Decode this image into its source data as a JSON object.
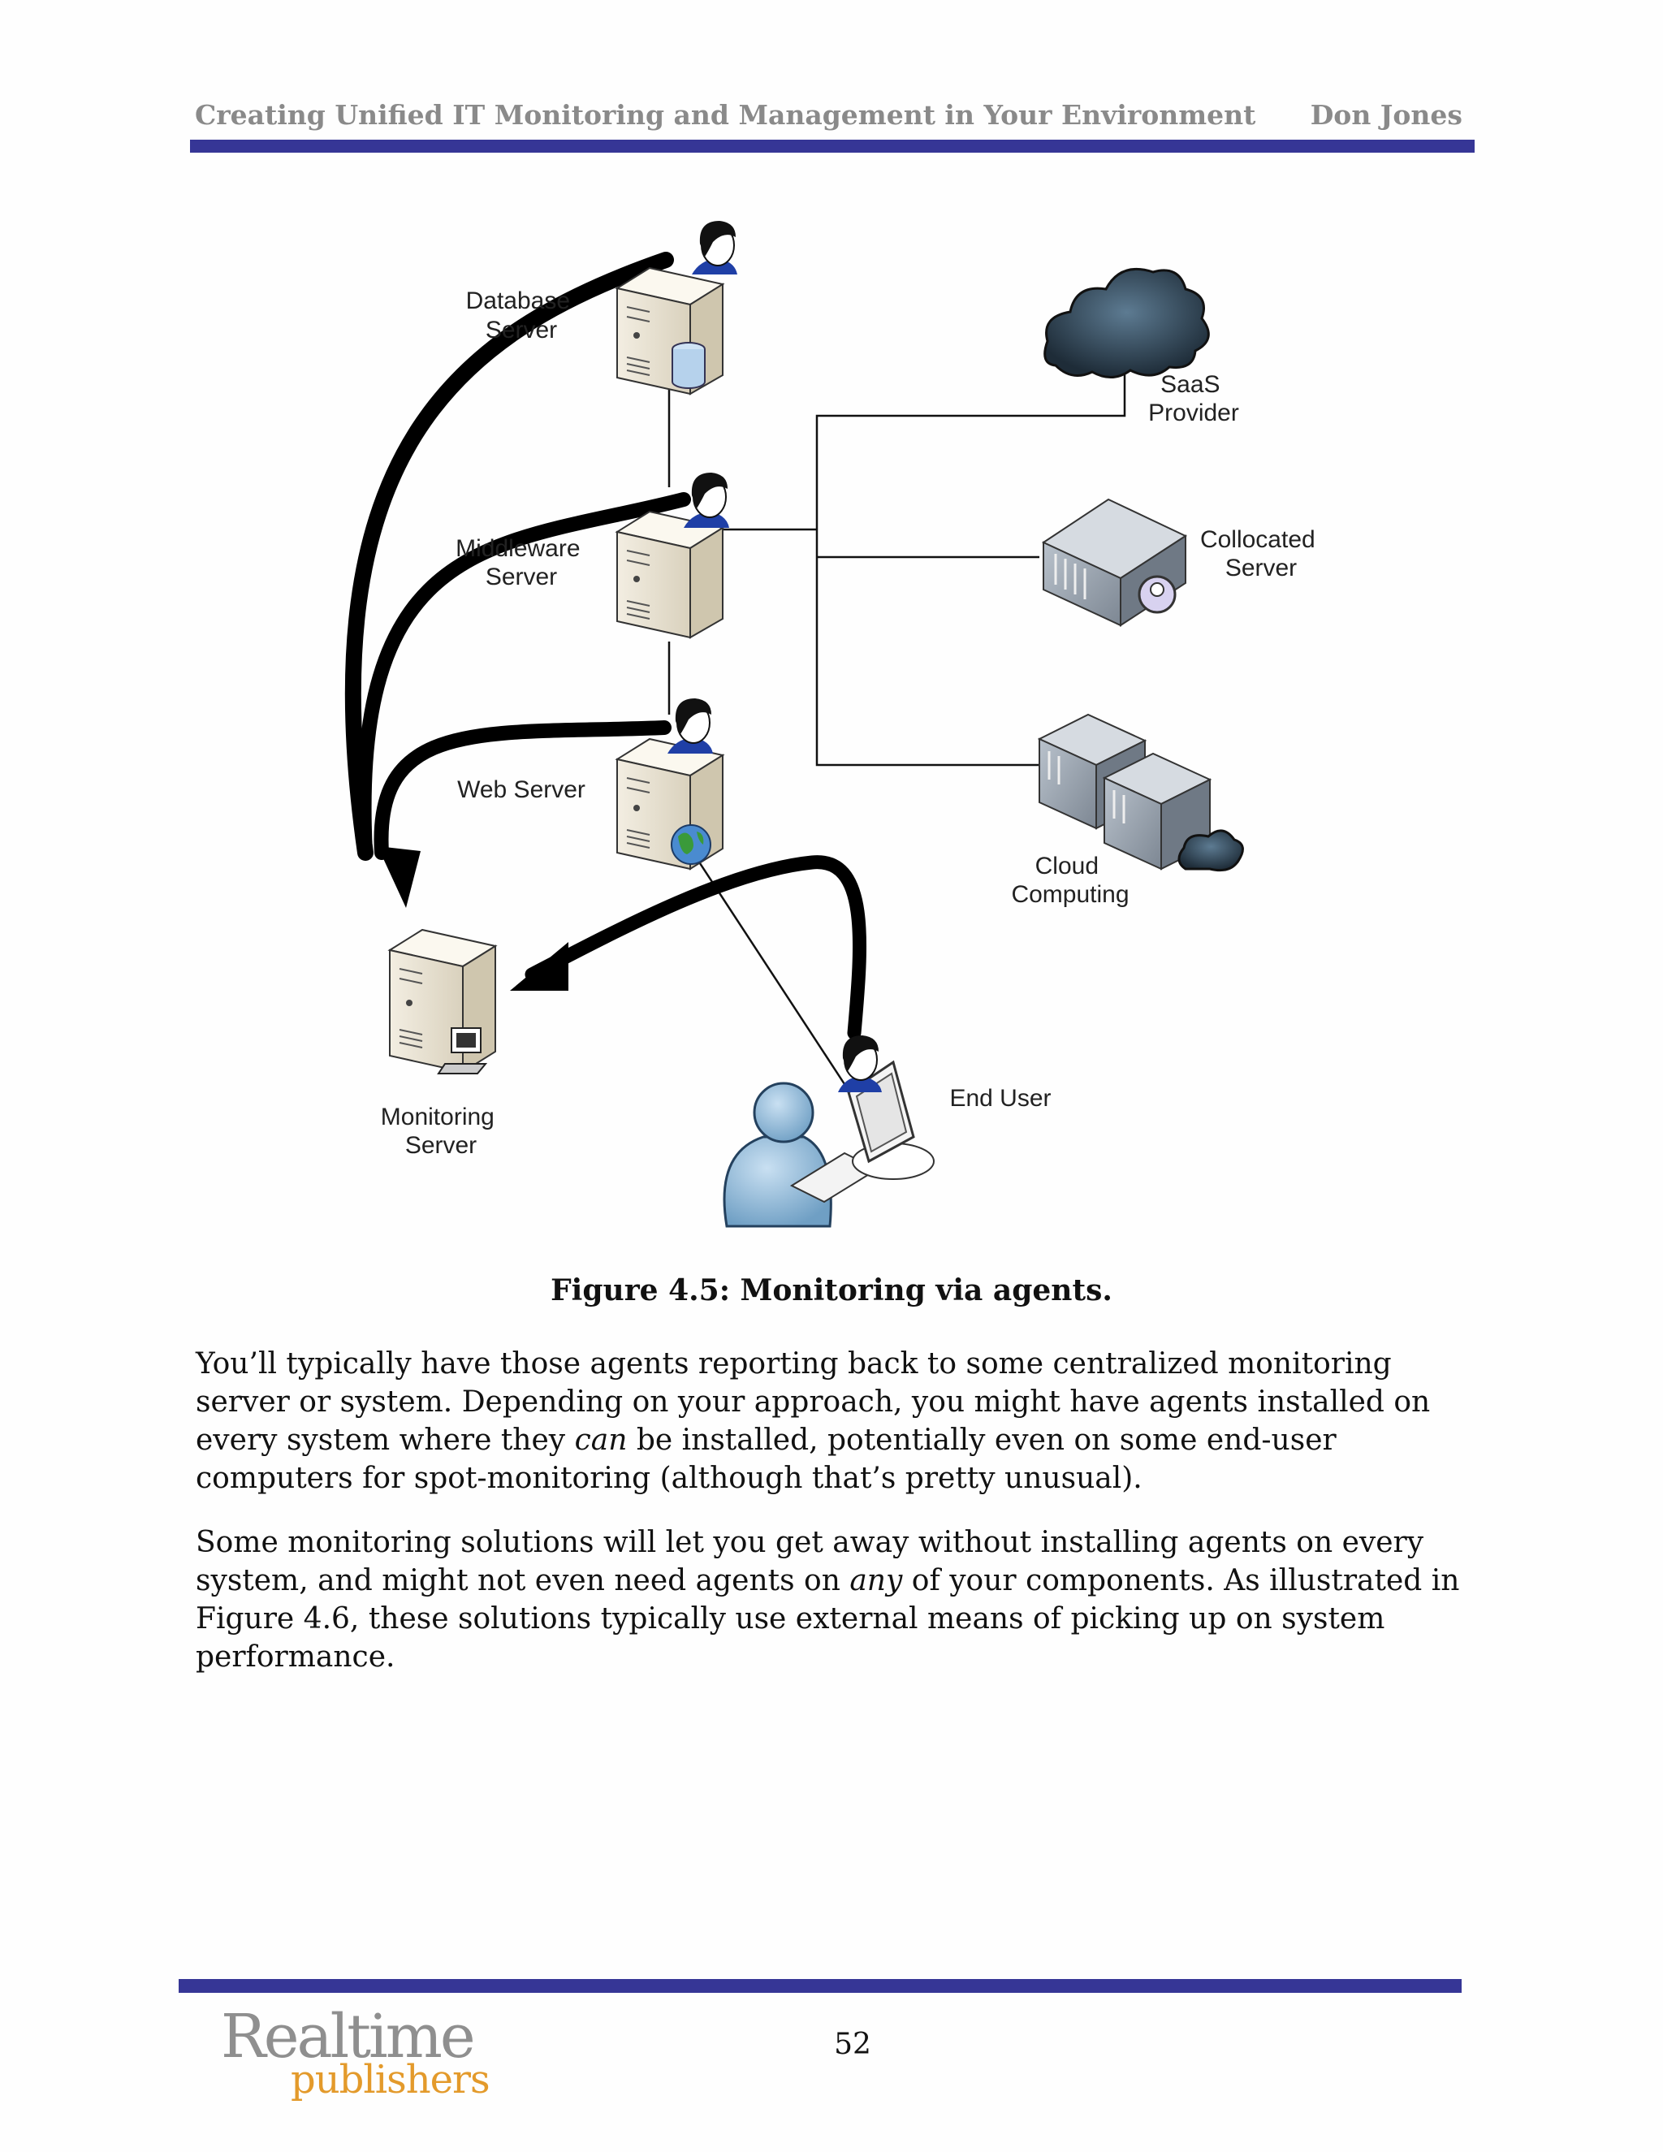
{
  "header": {
    "title": "Creating Unified IT Monitoring and Management in Your Environment",
    "author": "Don Jones"
  },
  "figure": {
    "labels": {
      "database_server": [
        "Database",
        "Server"
      ],
      "middleware_server": [
        "Middleware",
        "Server"
      ],
      "web_server": "Web Server",
      "monitoring_server": [
        "Monitoring",
        "Server"
      ],
      "saas_provider": [
        "SaaS",
        "Provider"
      ],
      "collocated_server": [
        "Collocated",
        "Server"
      ],
      "cloud_computing": [
        "Cloud",
        "Computing"
      ],
      "end_user": "End User"
    },
    "caption": "Figure 4.5: Monitoring via agents."
  },
  "body": {
    "para1": {
      "before": "You’ll typically have those agents reporting back to some centralized monitoring server or system. Depending on your approach, you might have agents installed on every system where they ",
      "emphasis": "can",
      "after": " be installed, potentially even on some end-user computers for spot-monitoring (although that’s pretty unusual)."
    },
    "para2": {
      "before": "Some monitoring solutions will let you get away without installing agents on every system, and might not even need agents on ",
      "emphasis": "any",
      "after": " of your components. As illustrated in Figure 4.6, these solutions typically use external means of picking up on system performance."
    }
  },
  "footer": {
    "page_number": "52",
    "logo_top": "Realtime",
    "logo_bottom": "publishers"
  },
  "colors": {
    "rule": "#363696",
    "header_text": "#8a8a8a",
    "logo_gray": "#8f8f8f",
    "logo_orange": "#e39a2b",
    "agent_blue": "#1f3fa6"
  }
}
